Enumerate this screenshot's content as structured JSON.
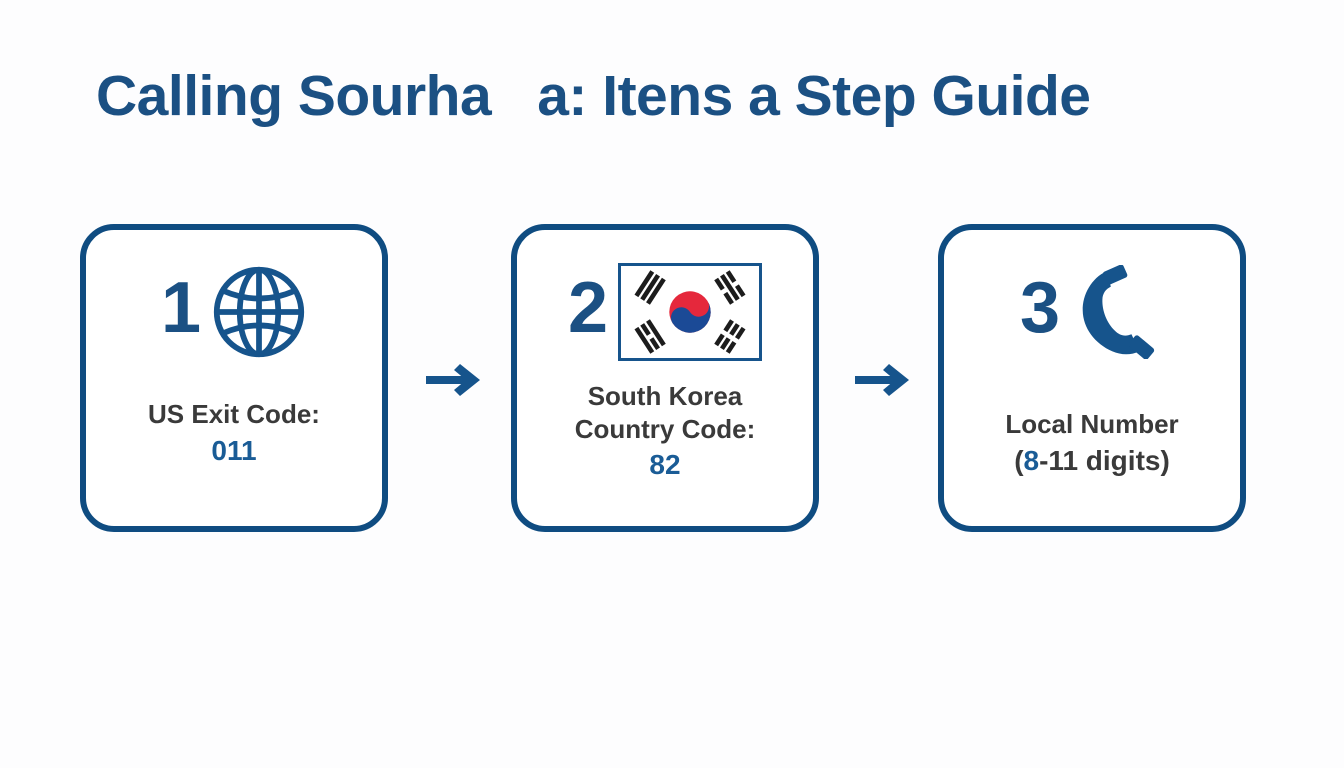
{
  "document": {
    "title": "Calling Sourha   a: Itens a Step Guide",
    "background_color": "#fdfdfe",
    "accent_blue": "#0f4c81",
    "title_color": "#1b5083",
    "value_blue": "#1a5c96",
    "label_gray": "#3a3a3a"
  },
  "steps": [
    {
      "number": "1",
      "icon": "globe-icon",
      "label": "US Exit Code:",
      "value": "011",
      "value_color": "#1a5c96"
    },
    {
      "number": "2",
      "icon": "south-korea-flag-icon",
      "label_line_1": "South Korea",
      "label_line_2": "Country Code:",
      "value": "82",
      "value_color": "#1a5c96"
    },
    {
      "number": "3",
      "icon": "phone-handset-icon",
      "label": "Local Number",
      "value_prefix": "(",
      "value_blue_char": "8",
      "value_suffix": "-11 digits)",
      "value_color": "#3a3a3a"
    }
  ],
  "connectors": [
    {
      "name": "arrow-step-1-to-2",
      "direction": "right",
      "color": "#16548c"
    },
    {
      "name": "arrow-step-2-to-3",
      "direction": "right",
      "color": "#16548c"
    }
  ],
  "flag": {
    "name": "south-korea-flag",
    "field_color": "#ffffff",
    "border_color": "#16548c",
    "taeguk_red": "#e5283c",
    "taeguk_blue": "#1b4a96",
    "trigram_color": "#1c1c1c"
  }
}
